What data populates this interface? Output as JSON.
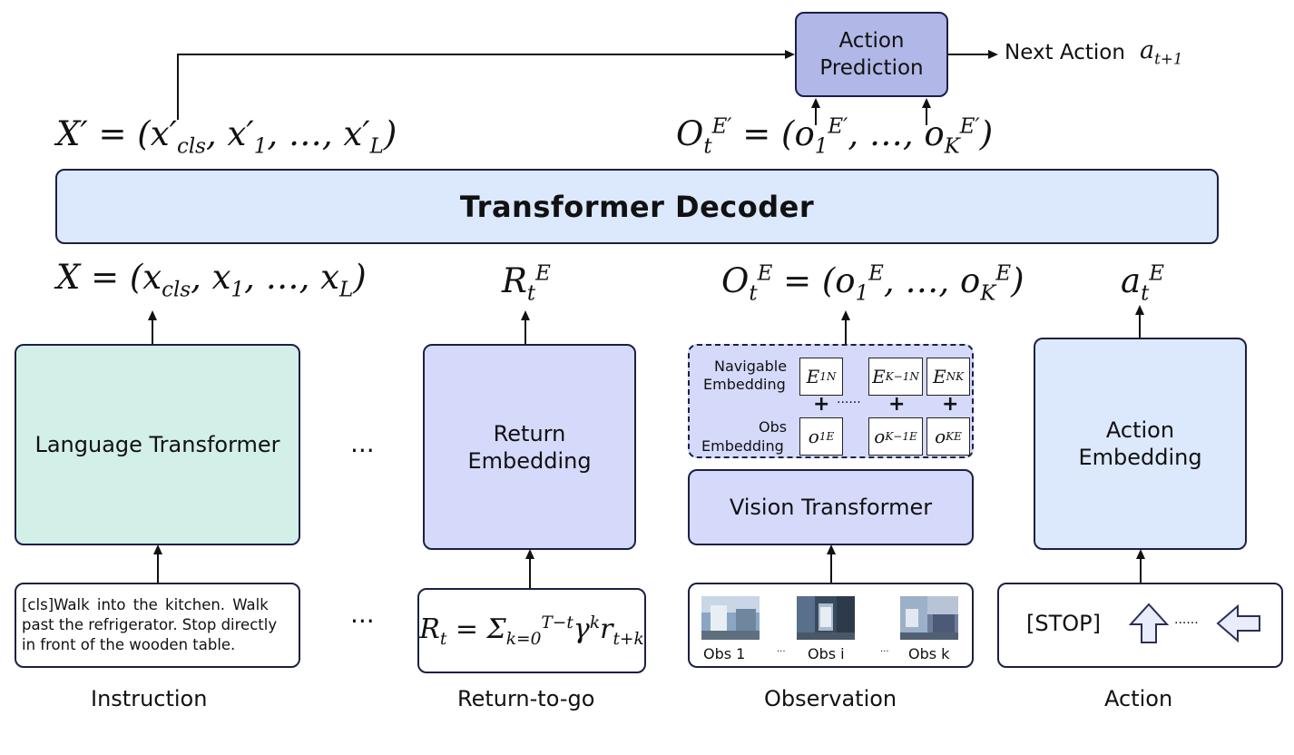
{
  "decoder": {
    "label": "Transformer Decoder"
  },
  "action_prediction": {
    "label_line1": "Action",
    "label_line2": "Prediction"
  },
  "next_action": {
    "label": "Next Action"
  },
  "math": {
    "x_prime": "X′ = (x′cls, x′1, …, x′L)",
    "o_prime": "OtE′ = (o1E′, …, oKE′)",
    "x": "X = (xcls, x1, …, xL)",
    "r": "RtE",
    "o": "OtE = (o1E, …, oKE)",
    "a": "atE",
    "next_a": "at+1",
    "rtg": "Rt = Σk=0T−t γk rt+k"
  },
  "boxes": {
    "language_transformer": "Language Transformer",
    "return_embedding_1": "Return",
    "return_embedding_2": "Embedding",
    "vision_transformer": "Vision Transformer",
    "action_embedding_1": "Action",
    "action_embedding_2": "Embedding"
  },
  "embedding_panel": {
    "nav_label_1": "Navigable",
    "nav_label_2": "Embedding",
    "obs_label_1": "Obs",
    "obs_label_2": "Embedding",
    "plus": "+",
    "dots": "······"
  },
  "instruction": {
    "line1": "[cls]Walk into the kitchen. Walk",
    "line2": "past the refrigerator. Stop directly",
    "line3": "in front of the wooden table."
  },
  "observations": [
    {
      "label": "Obs 1"
    },
    {
      "label": "Obs i"
    },
    {
      "label": "Obs k"
    }
  ],
  "obs_dots": "···",
  "action_input": {
    "stop": "[STOP]",
    "dots": "······"
  },
  "ellipsis": "···",
  "captions": {
    "instruction": "Instruction",
    "return_to_go": "Return-to-go",
    "observation": "Observation",
    "action": "Action"
  },
  "colors": {
    "decoder": "#dce8fc",
    "language": "#d2efe8",
    "embedding": "#d5dafb",
    "action_prediction": "#b1b7e6",
    "border": "#1c1f45"
  }
}
